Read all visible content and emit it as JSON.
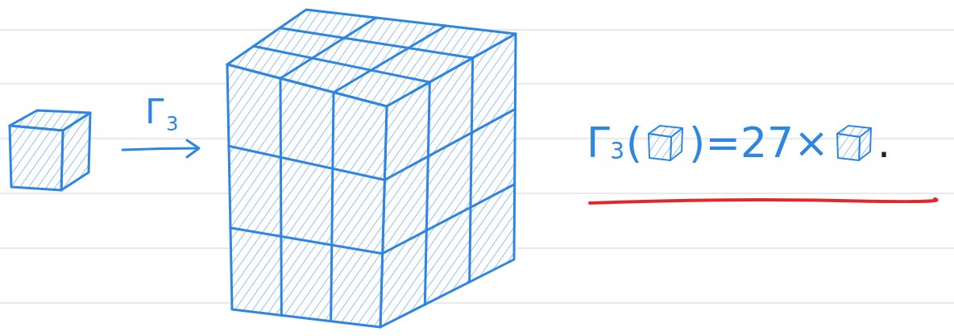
{
  "diagram": {
    "labels": [
      "Γ",
      "3",
      "Γ",
      "3",
      "(",
      ")=27×",
      "."
    ]
  }
}
